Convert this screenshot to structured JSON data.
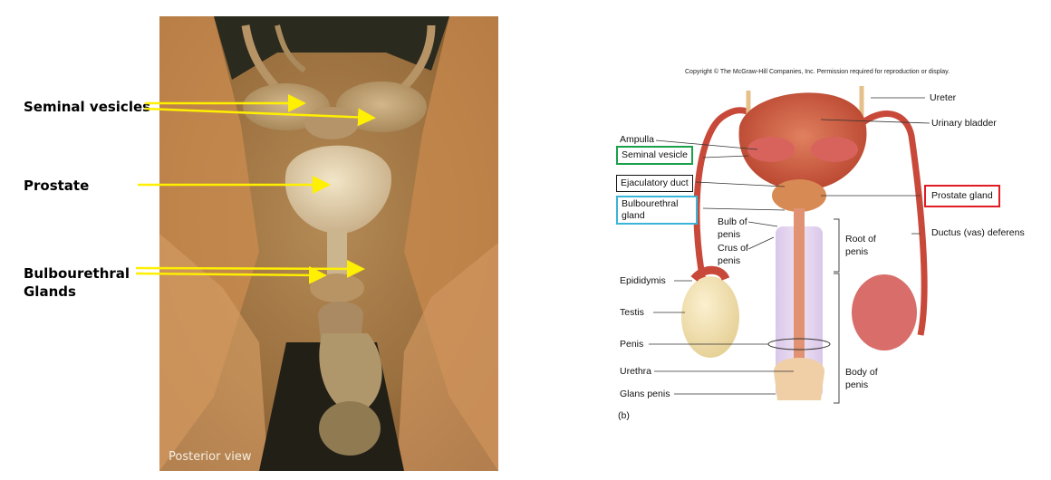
{
  "left_labels": {
    "seminal_vesicles": "Seminal vesicles",
    "prostate": "Prostate",
    "bulbourethral_line1": "Bulbourethral",
    "bulbourethral_line2": "Glands"
  },
  "photo": {
    "caption": "Posterior view"
  },
  "diagram": {
    "copyright": "Copyright © The McGraw-Hill Companies, Inc. Permission required for reproduction or display.",
    "figure_letter": "(b)",
    "labels": {
      "ureter": "Ureter",
      "urinary_bladder": "Urinary bladder",
      "ampulla": "Ampulla",
      "seminal_vesicle": "Seminal vesicle",
      "ejaculatory_duct": "Ejaculatory duct",
      "prostate_gland": "Prostate gland",
      "bulbourethral_line1": "Bulbourethral",
      "bulbourethral_line2": "gland",
      "bulb_line1": "Bulb of",
      "bulb_line2": "penis",
      "crus_line1": "Crus of",
      "crus_line2": "penis",
      "root_line1": "Root of",
      "root_line2": "penis",
      "ductus": "Ductus (vas) deferens",
      "epididymis": "Epididymis",
      "testis": "Testis",
      "penis": "Penis",
      "urethra": "Urethra",
      "body_line1": "Body of",
      "body_line2": "penis",
      "glans": "Glans penis"
    }
  },
  "colors": {
    "arrow": "#ffef00",
    "highlight_green": "#1aa04a",
    "highlight_blue": "#3ab4d8",
    "highlight_red": "#e01b22",
    "duct_red": "#c8493a"
  }
}
